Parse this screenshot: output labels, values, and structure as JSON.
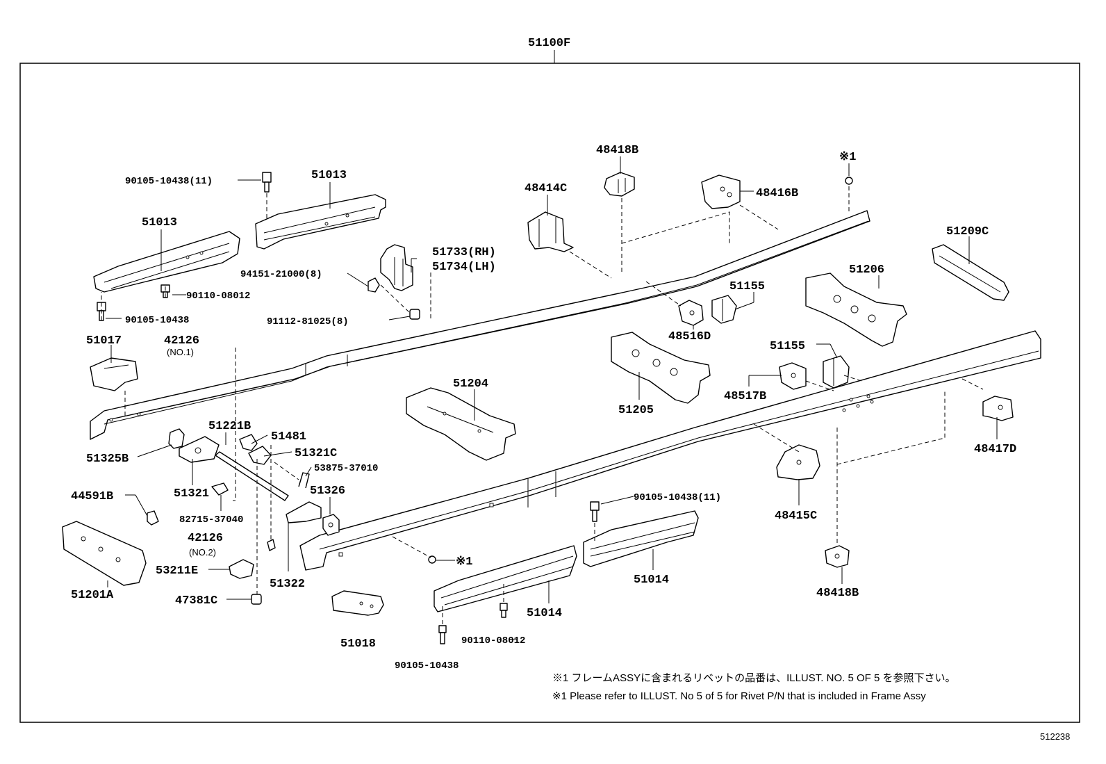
{
  "assembly": {
    "number": "51100F"
  },
  "parts": {
    "p51013_top": "51013",
    "p51013_left": "51013",
    "p90105_10438_11_top": "90105-10438(11)",
    "p90110_08012_top": "90110-08012",
    "p90105_10438_left": "90105-10438",
    "p51733": "51733(RH)",
    "p51734": "51734(LH)",
    "p94151": "94151-21000(8)",
    "p91112": "91112-81025(8)",
    "p48414C": "48414C",
    "p48418B_top": "48418B",
    "p48416B": "48416B",
    "rivet_top": "※1",
    "p51209C": "51209C",
    "p51206": "51206",
    "p51155_top": "51155",
    "p48516D": "48516D",
    "p51017": "51017",
    "p42126_no1": "42126",
    "p42126_no1_sub": "(NO.1)",
    "p51205": "51205",
    "p51155_mid": "51155",
    "p48517B": "48517B",
    "p51204": "51204",
    "p51221B": "51221B",
    "p51481": "51481",
    "p51321C": "51321C",
    "p53875": "53875-37010",
    "p51325B": "51325B",
    "p51321": "51321",
    "p51326": "51326",
    "p48417D": "48417D",
    "p44591B": "44591B",
    "p82715": "82715-37040",
    "p90105_10438_11_mid": "90105-10438(11)",
    "p48415C": "48415C",
    "p42126_no2": "42126",
    "p42126_no2_sub": "(NO.2)",
    "rivet_mid": "※1",
    "p53211E": "53211E",
    "p51322": "51322",
    "p51014_right": "51014",
    "p51201A": "51201A",
    "p47381C": "47381C",
    "p51014_mid": "51014",
    "p48418B_bot": "48418B",
    "p51018": "51018",
    "p90110_08012_bot": "90110-08012",
    "p90105_10438_bot": "90105-10438"
  },
  "notes": {
    "jp": "※1 フレームASSYに含まれるリベットの品番は、ILLUST. NO. 5  OF  5  を参照下さい。",
    "en": "※1 Please refer to ILLUST. No 5 of 5 for Rivet P/N that is included in Frame Assy"
  },
  "document_id": "512238"
}
